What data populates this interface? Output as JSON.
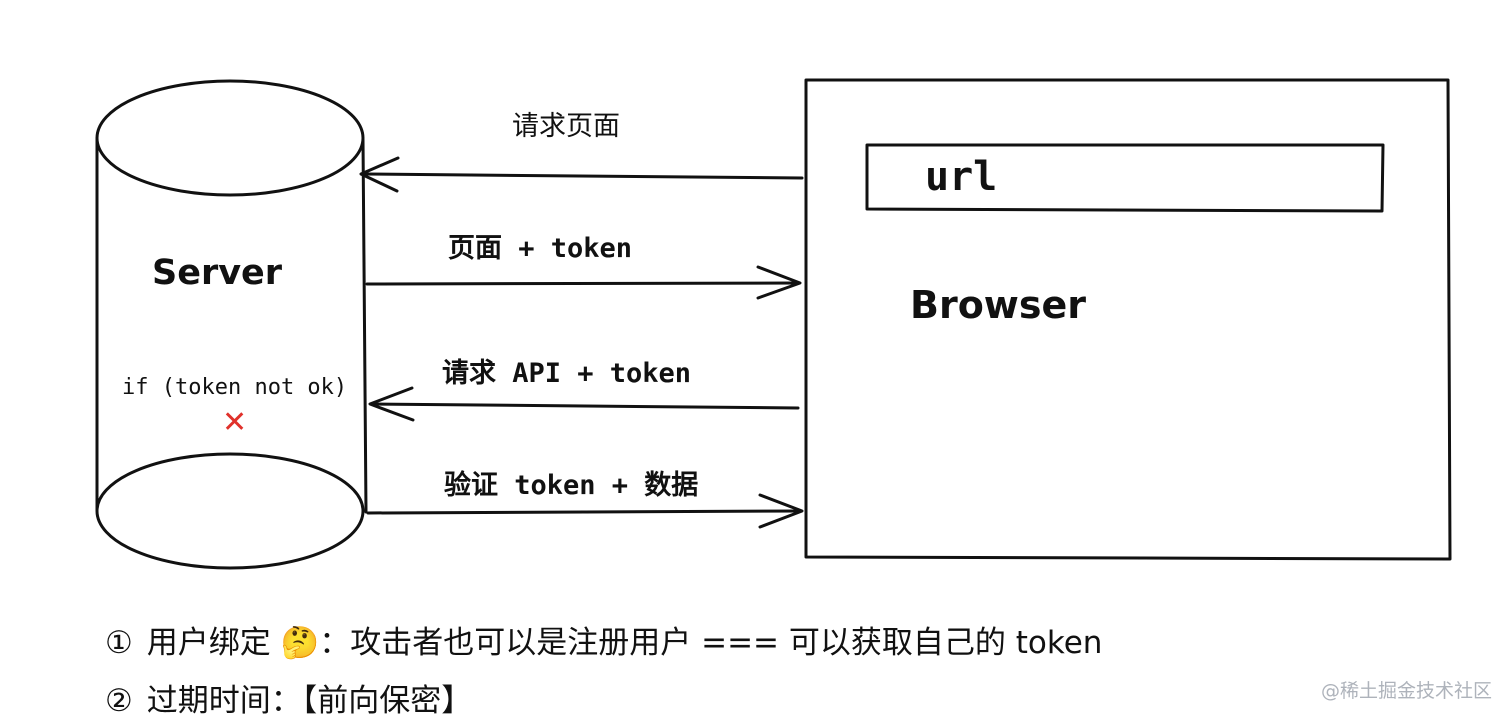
{
  "server": {
    "label": "Server",
    "condition": "if (token not ok)",
    "reject_mark": "✕"
  },
  "browser": {
    "label": "Browser",
    "url_text": "url"
  },
  "arrows": [
    {
      "label": "请求页面",
      "direction": "to-server"
    },
    {
      "label": "页面 + token",
      "direction": "to-browser"
    },
    {
      "label": "请求 API + token",
      "direction": "to-server"
    },
    {
      "label": "验证 token + 数据",
      "direction": "to-browser"
    }
  ],
  "notes": [
    {
      "marker": "①",
      "text": "用户绑定 🤔：攻击者也可以是注册用户 === 可以获取自己的 token"
    },
    {
      "marker": "②",
      "text": "过期时间：【前向保密】"
    }
  ],
  "watermark": "@稀土掘金技术社区",
  "colors": {
    "stroke": "#111111",
    "reject": "#e0312b",
    "watermark": "#aeb3bb"
  }
}
